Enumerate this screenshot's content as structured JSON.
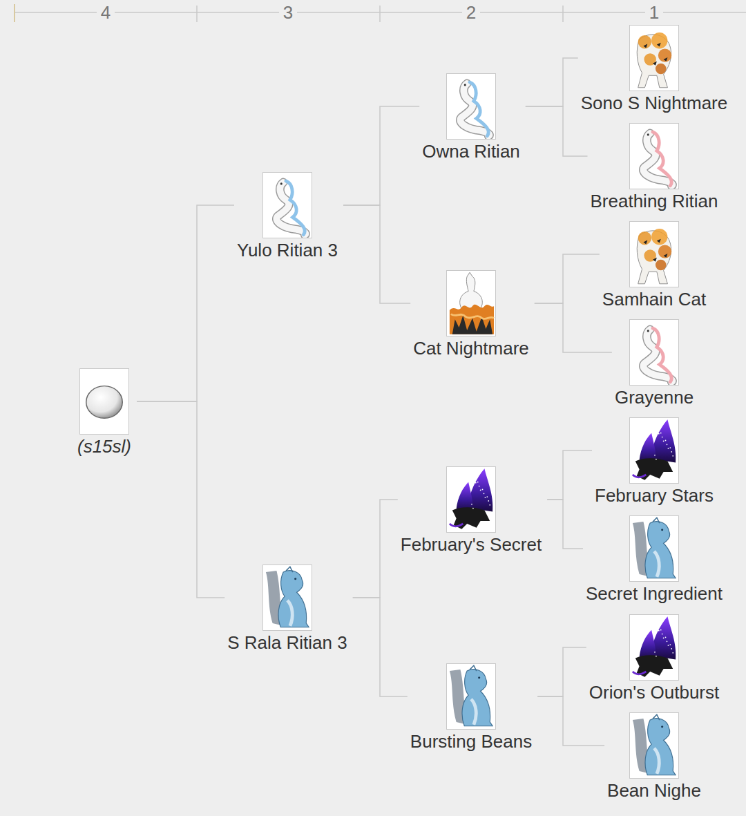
{
  "diagram": {
    "nodes": [
      {
        "text": [
          "(s15sl)"
        ]
      },
      {
        "text": [
          "Yulo Ritian 3"
        ]
      },
      {
        "text": [
          "Owna Ritian"
        ]
      },
      {
        "text": [
          "Sono S Nightmare"
        ]
      },
      {
        "text": [
          "Breathing Ritian"
        ]
      },
      {
        "text": [
          "Cat Nightmare"
        ]
      },
      {
        "text": [
          "Samhain Cat"
        ]
      },
      {
        "text": [
          "Grayenne"
        ]
      },
      {
        "text": [
          "S Rala Ritian 3"
        ]
      },
      {
        "text": [
          "February's Secret"
        ]
      },
      {
        "text": [
          "February Stars"
        ]
      },
      {
        "text": [
          "Secret Ingredient"
        ]
      },
      {
        "text": [
          "Bursting Beans"
        ]
      },
      {
        "text": [
          "Orion's Outburst"
        ]
      },
      {
        "text": [
          "Bean Nighe"
        ]
      }
    ],
    "edges": [
      {
        "from": 0,
        "to": 1,
        "arrow": "none"
      },
      {
        "from": 0,
        "to": 8,
        "arrow": "none"
      },
      {
        "from": 1,
        "to": 2,
        "arrow": "none"
      },
      {
        "from": 1,
        "to": 5,
        "arrow": "none"
      },
      {
        "from": 2,
        "to": 3,
        "arrow": "none"
      },
      {
        "from": 2,
        "to": 4,
        "arrow": "none"
      },
      {
        "from": 5,
        "to": 6,
        "arrow": "none"
      },
      {
        "from": 5,
        "to": 7,
        "arrow": "none"
      },
      {
        "from": 8,
        "to": 9,
        "arrow": "none"
      },
      {
        "from": 8,
        "to": 12,
        "arrow": "none"
      },
      {
        "from": 9,
        "to": 10,
        "arrow": "none"
      },
      {
        "from": 9,
        "to": 11,
        "arrow": "none"
      },
      {
        "from": 12,
        "to": 13,
        "arrow": "none"
      },
      {
        "from": 12,
        "to": 14,
        "arrow": "none"
      }
    ],
    "labels": [
      "4",
      "3",
      "2",
      "1"
    ]
  }
}
